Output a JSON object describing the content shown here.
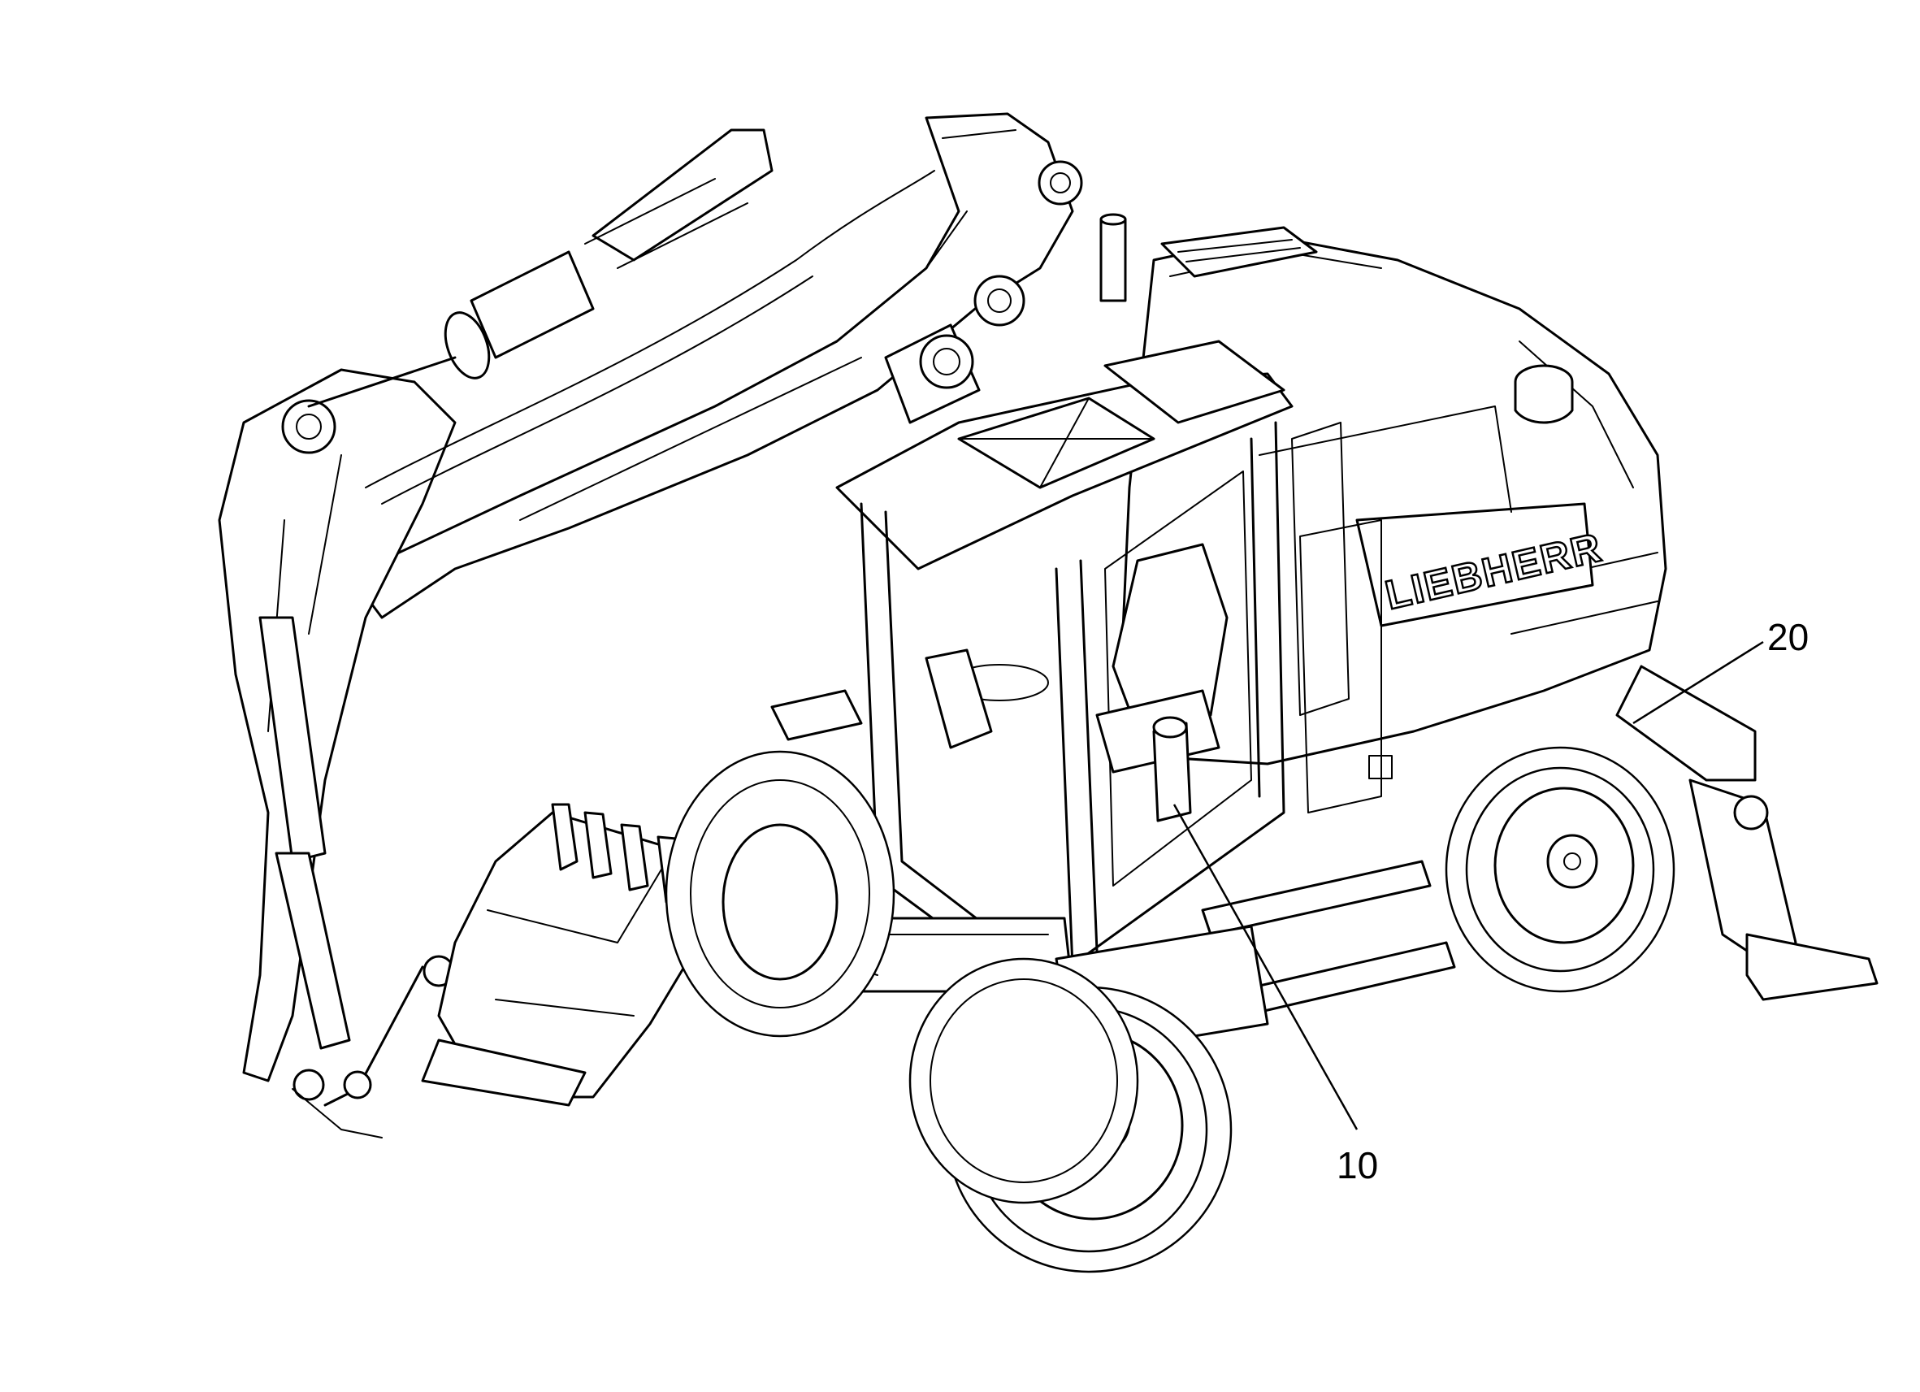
{
  "drawing": {
    "brand_label": "LIEBHERR"
  },
  "callouts": [
    {
      "id": "operator-control-lever",
      "label": "10"
    },
    {
      "id": "rear-outrigger-stabilizer",
      "label": "20"
    }
  ]
}
